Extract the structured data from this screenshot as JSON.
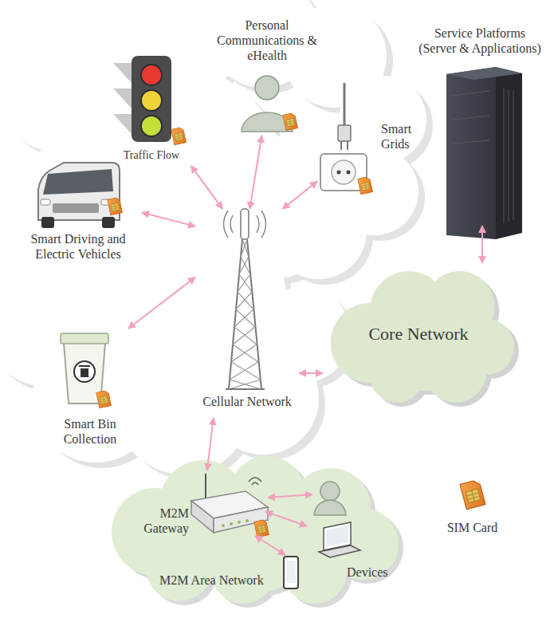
{
  "diagram": {
    "nodes": [
      {
        "text": [
          "Personal Communications & eHealth"
        ]
      },
      {
        "text": [
          "Service Platforms (Server & Applications)"
        ]
      },
      {
        "text": [
          "Traffic Flow"
        ]
      },
      {
        "text": [
          "Smart Grids"
        ]
      },
      {
        "text": [
          "Smart Driving and Electric Vehicles"
        ]
      },
      {
        "text": [
          "Cellular Network"
        ]
      },
      {
        "text": [
          "Core Network"
        ]
      },
      {
        "text": [
          "Smart Bin Collection"
        ]
      },
      {
        "text": [
          "M2M Area Network"
        ]
      },
      {
        "text": [
          "M2M Gateway"
        ],
        "in": 8
      },
      {
        "text": [
          "Devices"
        ],
        "in": 8
      }
    ],
    "edges": [
      {
        "from": 2,
        "to": 5,
        "arrow": "both"
      },
      {
        "from": 0,
        "to": 5,
        "arrow": "both"
      },
      {
        "from": 3,
        "to": 5,
        "arrow": "both"
      },
      {
        "from": 4,
        "to": 5,
        "arrow": "both"
      },
      {
        "from": 7,
        "to": 5,
        "arrow": "both"
      },
      {
        "from": 5,
        "to": 9,
        "arrow": "both"
      },
      {
        "from": 5,
        "to": 6,
        "arrow": "both"
      },
      {
        "from": 6,
        "to": 1,
        "arrow": "both"
      },
      {
        "from": 9,
        "to": 10,
        "arrow": "both"
      }
    ],
    "legend": [
      {
        "text": "SIM Card"
      }
    ]
  }
}
